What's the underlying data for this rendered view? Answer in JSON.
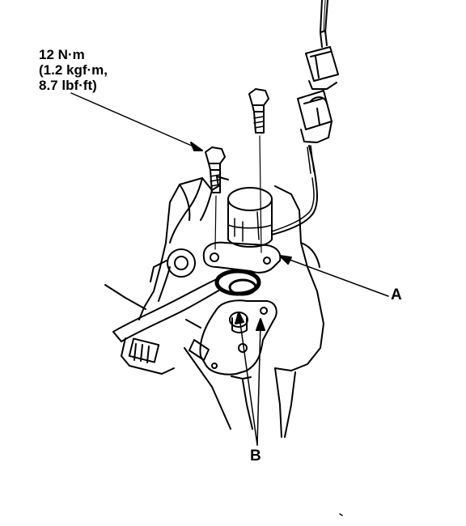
{
  "torque_spec": {
    "line1": "12 N·m",
    "line2": "(1.2 kgf·m,",
    "line3": "8.7 lbf·ft)"
  },
  "callouts": {
    "a": "A",
    "b": "B"
  }
}
